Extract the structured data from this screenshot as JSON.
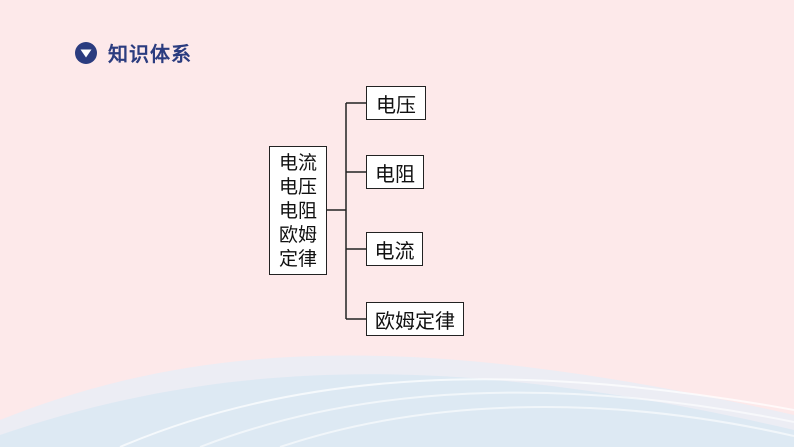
{
  "header": {
    "title": "知识体系",
    "icon": "chevron-down-circle-icon",
    "accent_color": "#2b3c7f"
  },
  "diagram": {
    "root_lines": [
      "电流",
      "电压",
      "电阻",
      "欧姆",
      "定律"
    ],
    "children": [
      "电压",
      "电阻",
      "电流",
      "欧姆定律"
    ]
  },
  "colors": {
    "background": "#fde9ea",
    "wave": "#dbe9f3",
    "line": "#222222"
  }
}
